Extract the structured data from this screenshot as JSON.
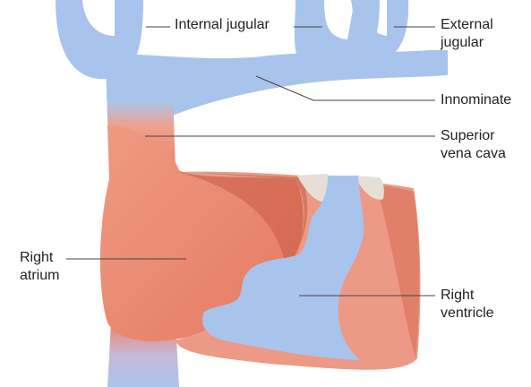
{
  "colors": {
    "vein": "#a9c4ec",
    "vein_dark": "#95b3e0",
    "atrium": "#e9826a",
    "ventricle": "#ec9a86",
    "muscle_dark": "#c95a44",
    "valve": "#e6dfd8",
    "leader": "#444444",
    "text": "#222222"
  },
  "labels": {
    "internal_jugular": "Internal jugular",
    "external_jugular": [
      "External",
      "jugular"
    ],
    "innominate": "Innominate",
    "superior_vena_cava": [
      "Superior",
      "vena cava"
    ],
    "right_atrium": [
      "Right",
      "atrium"
    ],
    "right_ventricle": [
      "Right",
      "ventricle"
    ]
  }
}
